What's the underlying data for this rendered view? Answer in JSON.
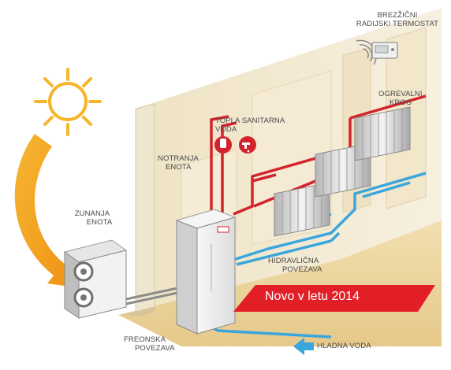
{
  "labels": {
    "wireless_thermostat": [
      "BREZŽIČNI",
      "RADIJSKI TERMOSTAT"
    ],
    "heating_circuit": [
      "OGREVALNI",
      "KROG"
    ],
    "sanitary_water": [
      "TOPLA SANITARNA",
      "VODA"
    ],
    "indoor_unit": [
      "NOTRANJA",
      "ENOTA"
    ],
    "outdoor_unit": [
      "ZUNANJA",
      "ENOTA"
    ],
    "hydraulic_connection": [
      "HIDRAVLIČNA",
      "POVEZAVA"
    ],
    "freon_connection": [
      "FREONSKA",
      "POVEZAVA"
    ],
    "cold_water": "HLADNA VODA"
  },
  "banner": "Novo v letu 2014",
  "colors": {
    "sun": "#f7b52a",
    "arrow": "#f2a21b",
    "hot_pipe": "#d3232c",
    "cold_pipe": "#3aa6dd",
    "banner": "#e21f26",
    "wall": "#f3ead6"
  },
  "icons": [
    "sun-icon",
    "curved-arrow-icon",
    "heat-pump-outdoor-unit",
    "indoor-unit",
    "radiator",
    "thermostat",
    "wifi-signal-icon",
    "tap-icon",
    "water-tank-icon",
    "cold-water-arrow-icon"
  ]
}
